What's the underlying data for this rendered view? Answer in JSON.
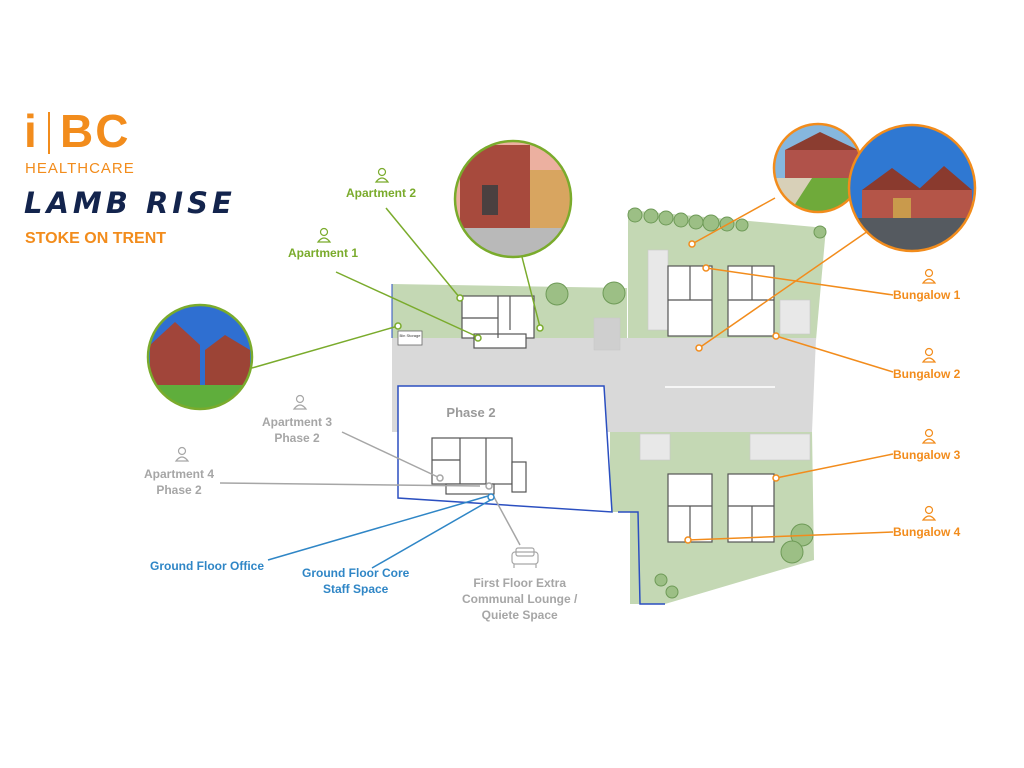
{
  "brand": {
    "logo_i": "i",
    "logo_bc": "BC",
    "logo_sub": "HEALTHCARE",
    "title": "LAMB RISE",
    "subtitle": "STOKE ON TRENT"
  },
  "plan": {
    "phase_label": "Phase 2",
    "garage_label": "Bin Storage"
  },
  "labels": {
    "apartment_1": "Apartment 1",
    "apartment_2": "Apartment 2",
    "apartment_3_line1": "Apartment 3",
    "apartment_3_line2": "Phase 2",
    "apartment_4_line1": "Apartment 4",
    "apartment_4_line2": "Phase 2",
    "ground_floor_office": "Ground Floor Office",
    "core_staff_line1": "Ground Floor Core",
    "core_staff_line2": "Staff Space",
    "lounge_line1": "First Floor Extra",
    "lounge_line2": "Communal Lounge /",
    "lounge_line3": "Quiete Space",
    "bungalow_1": "Bungalow 1",
    "bungalow_2": "Bungalow 2",
    "bungalow_3": "Bungalow 3",
    "bungalow_4": "Bungalow 4"
  },
  "colors": {
    "orange": "#f28c1c",
    "green": "#7aab2c",
    "blue": "#2f86c6",
    "grey": "#a6a6a6",
    "navy": "#13244d"
  },
  "icons": {
    "person": "person-icon",
    "sofa": "sofa-icon"
  }
}
